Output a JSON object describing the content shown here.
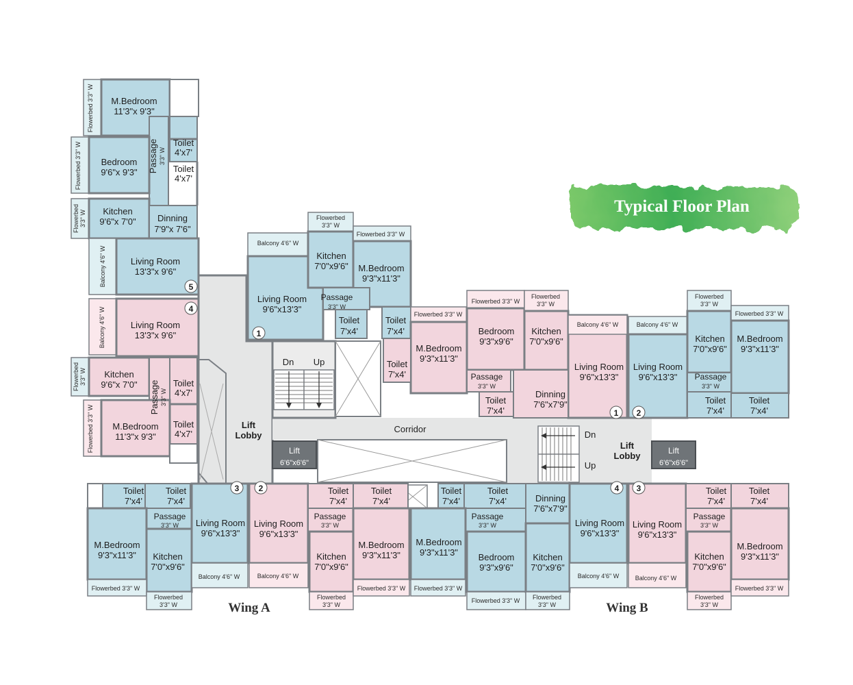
{
  "title": "Typical Floor Plan",
  "wings": [
    "Wing A",
    "Wing B"
  ],
  "colors": {
    "blue_flat": "#b9d9e4",
    "pink_flat": "#f2d5dd",
    "common": "#e5e6e6",
    "wall": "#7a7f84",
    "lift": "#6f7478"
  },
  "common": {
    "lift_lobby": [
      "Lift",
      "Lobby"
    ],
    "corridor": "Corridor",
    "lift": "Lift",
    "lift_size": "6'6\"x6'6\"",
    "dn": "Dn",
    "up": "Up"
  },
  "labels": {
    "fb33w": "Flowerbed 3'3\" W",
    "fb_top": "Flowerbed",
    "w33": "3'3\" W",
    "balcony46": "Balcony 4'6\" W",
    "mbed": "M.Bedroom",
    "bed": "Bedroom",
    "kitchen": "Kitchen",
    "living": "Living Room",
    "toilet": "Toilet",
    "passage": "Passage",
    "dinning": "Dinning",
    "d_113_93": "11'3\"x 9'3\"",
    "d_96_93": "9'6\"x 9'3\"",
    "d_96_70": "9'6\"x 7'0\"",
    "d_79_76": "7'9\"x 7'6\"",
    "d_133_96": "13'3\"x 9'6\"",
    "d_47": "4'x7'",
    "d_74": "7'x4'",
    "d_70_96": "7'0\"x9'6\"",
    "d_93_113": "9'3\"x11'3\"",
    "d_96_133": "9'6\"x13'3\"",
    "d_93_96": "9'3\"x9'6\"",
    "d_76_79": "7'6\"x7'9\""
  },
  "flat_numbers": [
    "1",
    "2",
    "3",
    "4",
    "5"
  ]
}
